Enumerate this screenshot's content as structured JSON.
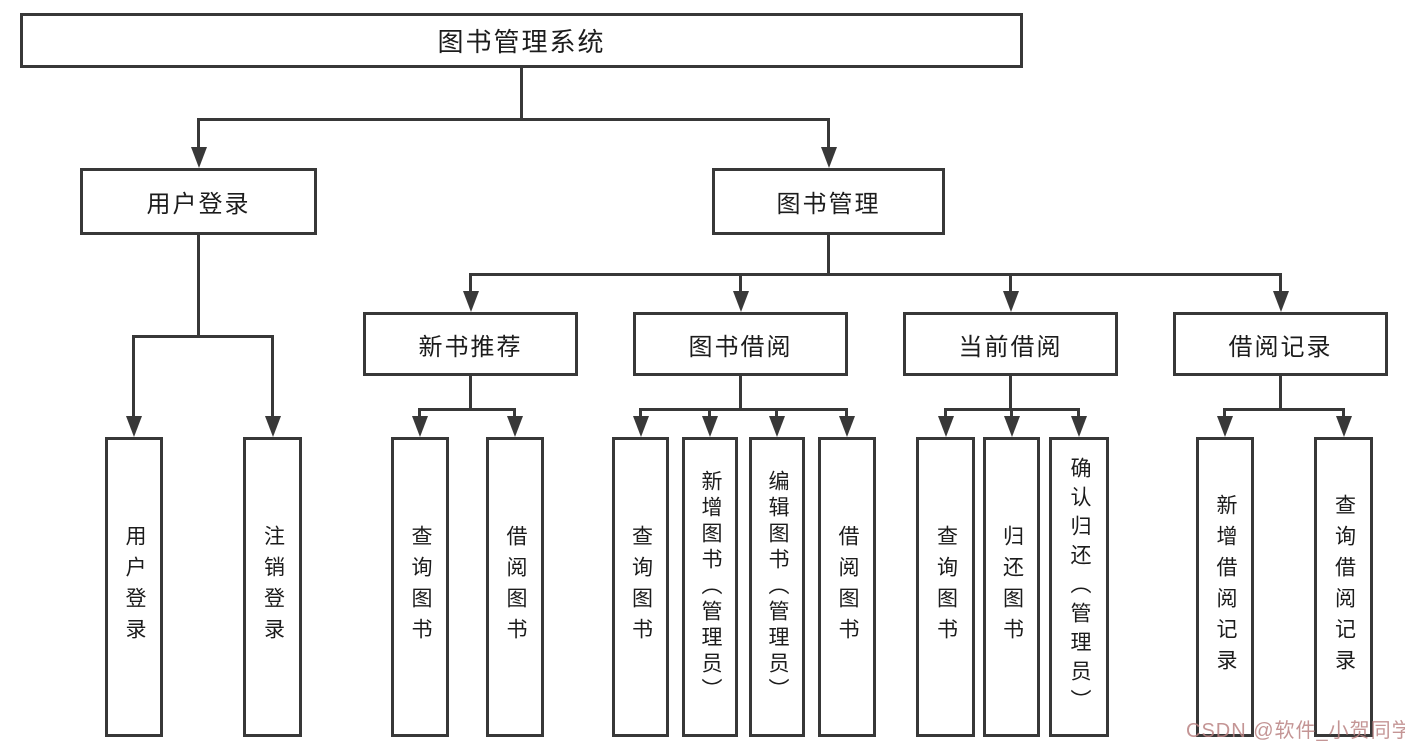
{
  "diagram": {
    "title": "图书管理系统",
    "level2": {
      "user_login": "用户登录",
      "book_management": "图书管理"
    },
    "level3": {
      "new_book_recommend": "新书推荐",
      "book_borrow": "图书借阅",
      "current_borrow": "当前借阅",
      "borrow_records": "借阅记录"
    },
    "leaves": {
      "login": "用户登录",
      "logout": "注销登录",
      "nb_query": "查询图书",
      "nb_borrow": "借阅图书",
      "bb_query": "查询图书",
      "bb_add": "新增图书（管理员）",
      "bb_edit": "编辑图书（管理员）",
      "bb_borrow": "借阅图书",
      "cb_query": "查询图书",
      "cb_return": "归还图书",
      "cb_confirm": "确认归还（管理员）",
      "br_add": "新增借阅记录",
      "br_query": "查询借阅记录"
    },
    "watermark": "CSDN @软件_小贺同学",
    "colors": {
      "line": "#383838",
      "text": "#1c1c1c",
      "watermark_text": "#ba8383",
      "background": "#ffffff"
    }
  }
}
